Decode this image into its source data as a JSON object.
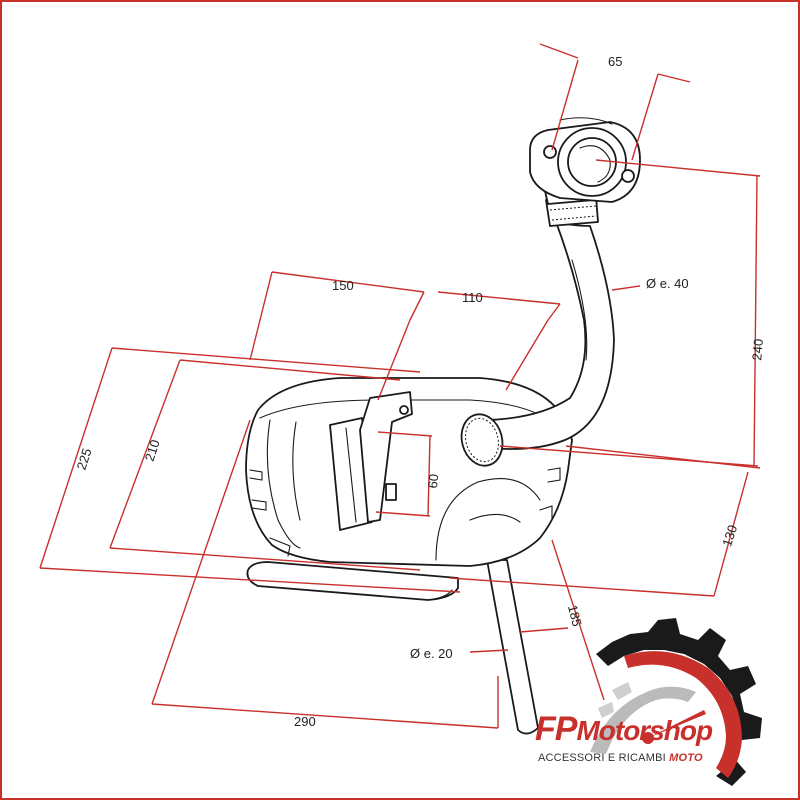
{
  "dimensions": {
    "outlet_spacing": "65",
    "overall_height": "240",
    "pipe_diameter": "Ø e. 40",
    "width_150": "150",
    "width_110": "110",
    "depth_225": "225",
    "depth_210": "210",
    "height_60": "60",
    "offset_130": "130",
    "tailpipe_185": "185",
    "tailpipe_diameter": "Ø e. 20",
    "length_290": "290"
  },
  "brand": {
    "name_prefix": "FP",
    "name_main": "Motorshop",
    "tagline_main": "ACCESSORI E RICAMBI",
    "tagline_accent": "MOTO"
  },
  "colors": {
    "dimension_lines": "#c8302c",
    "frame": "#c8302c",
    "drawing": "#1a1a1a",
    "logo_gear": "#1a1a1a",
    "logo_accent": "#c8302c"
  }
}
